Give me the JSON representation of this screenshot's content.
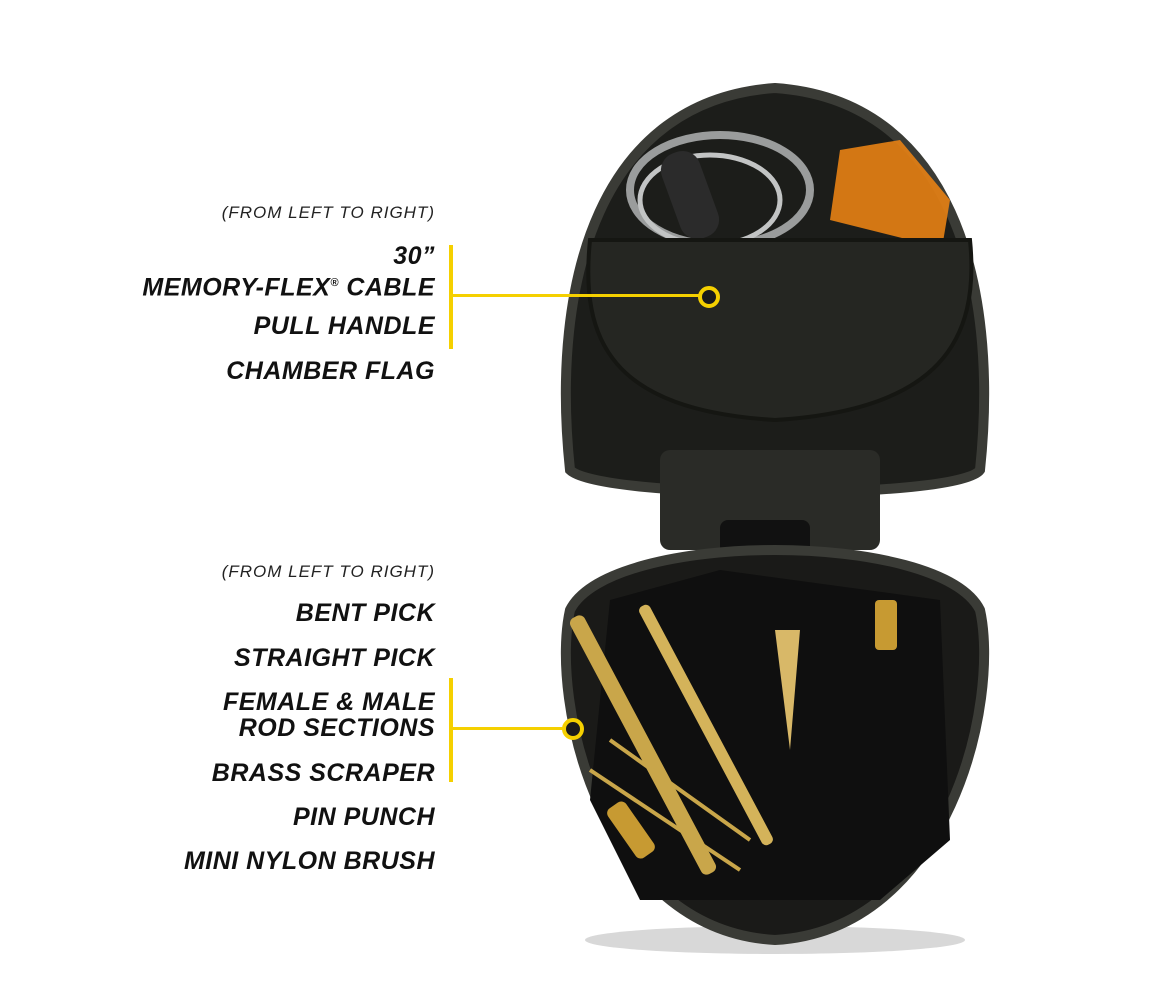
{
  "colors": {
    "accent": "#f5d000",
    "text": "#111111",
    "background": "#ffffff"
  },
  "top_group": {
    "note": "(FROM LEFT TO RIGHT)",
    "items": [
      "30”",
      "MEMORY-FLEX",
      "®",
      " CABLE",
      "PULL HANDLE",
      "CHAMBER FLAG"
    ]
  },
  "bottom_group": {
    "note": "(FROM LEFT TO RIGHT)",
    "items": [
      "BENT PICK",
      "STRAIGHT PICK",
      "FEMALE & MALE\nROD SECTIONS",
      "BRASS SCRAPER",
      "PIN PUNCH",
      "MINI NYLON BRUSH"
    ]
  }
}
